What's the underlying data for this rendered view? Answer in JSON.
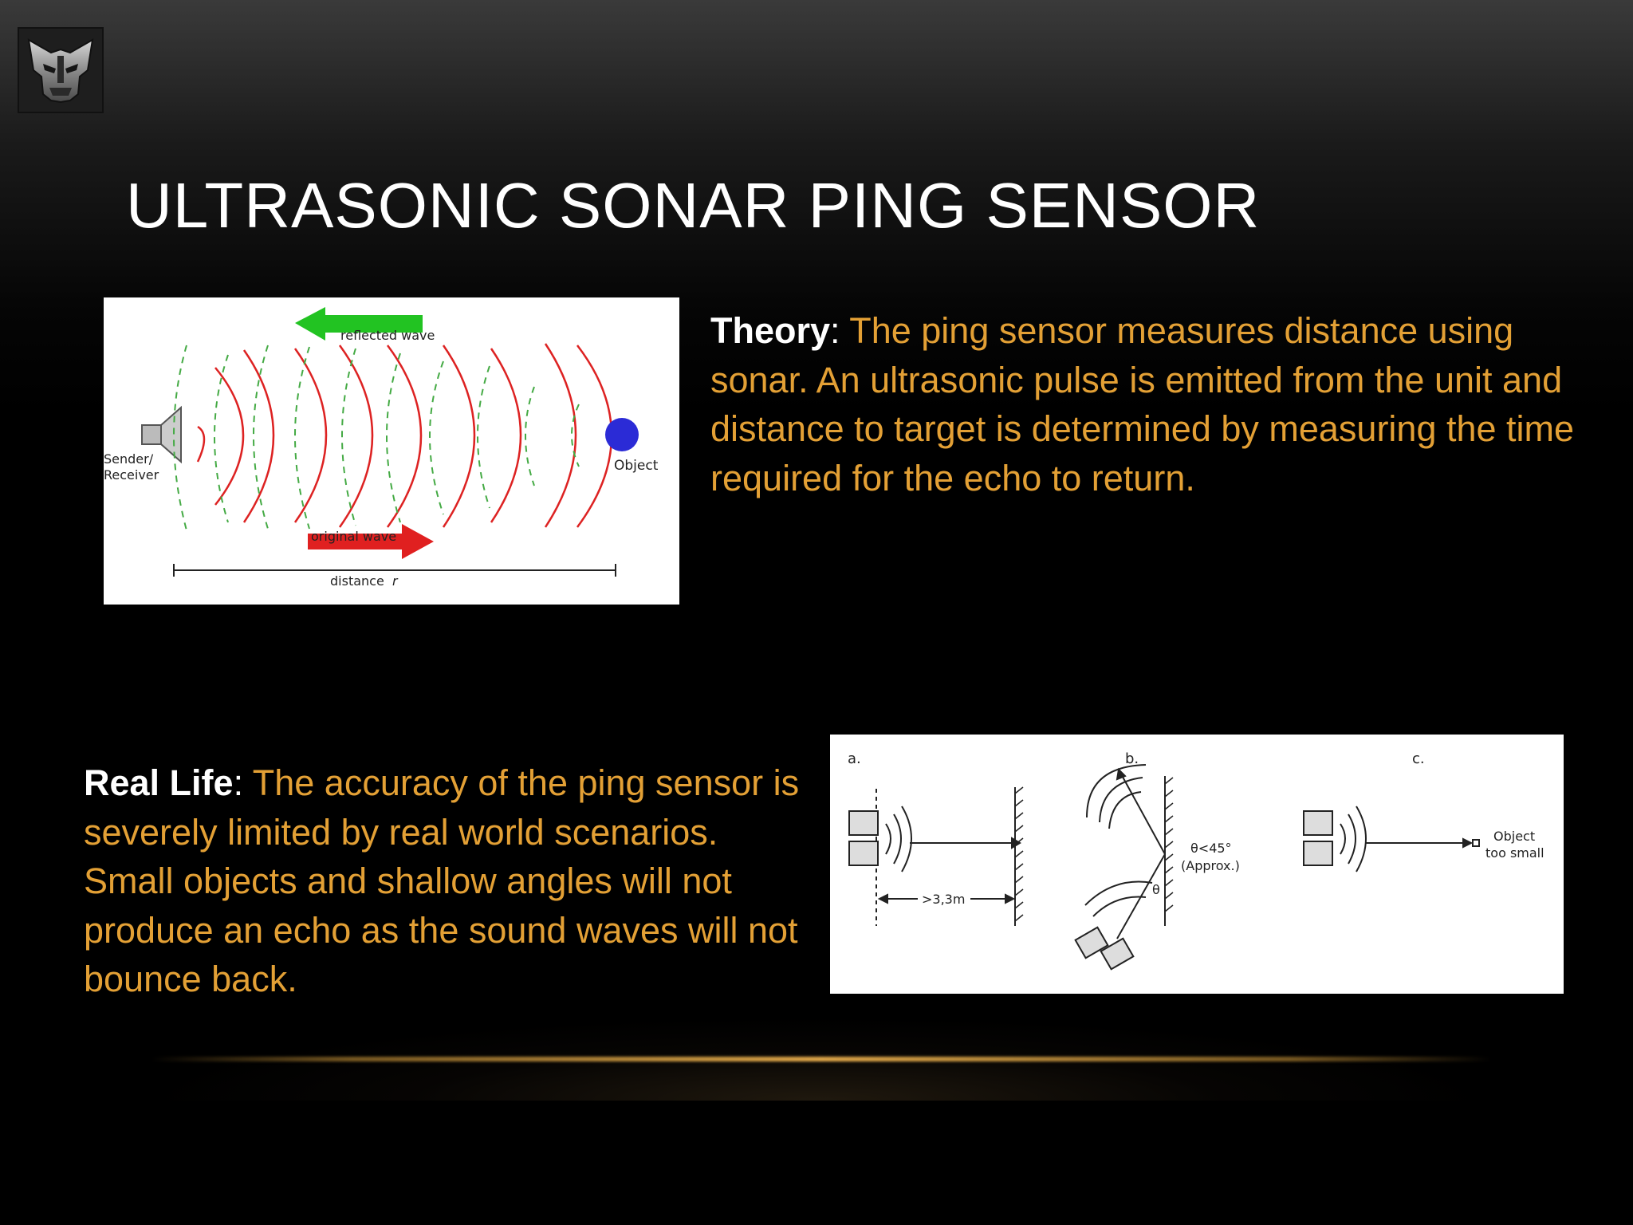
{
  "slide": {
    "title": "ULTRASONIC SONAR PING SENSOR",
    "logo_icon": "autobot-logo-icon"
  },
  "theory": {
    "label": "Theory",
    "separator": ":",
    "text": " The ping sensor measures distance using sonar. An ultrasonic pulse is emitted from the unit and distance to target is determined by measuring the time required for the echo to return."
  },
  "real_life": {
    "label": "Real Life",
    "separator": ":",
    "text": " The accuracy of the ping sensor is severely limited by real world scenarios. Small objects and shallow angles will not produce an echo as the sound waves will not bounce back."
  },
  "figure_sonar": {
    "reflected_label": "reflected wave",
    "original_label": "original wave",
    "sender_label_1": "Sender/",
    "sender_label_2": "Receiver",
    "object_label": "Object",
    "distance_label": "distance",
    "distance_var": "r",
    "colors": {
      "reflected": "#22c322",
      "original": "#e02020",
      "object": "#2b2bd6"
    }
  },
  "figure_scenarios": {
    "label_a": "a.",
    "label_b": "b.",
    "label_c": "c.",
    "distance_a": ">3,3m",
    "angle_b_1": "θ<45°",
    "angle_b_2": "(Approx.)",
    "theta": "θ",
    "object_c_1": "Object",
    "object_c_2": "too small"
  },
  "colors": {
    "accent_text": "#e3a035",
    "title_text": "#ffffff",
    "gold_line": "#e2a94a"
  }
}
